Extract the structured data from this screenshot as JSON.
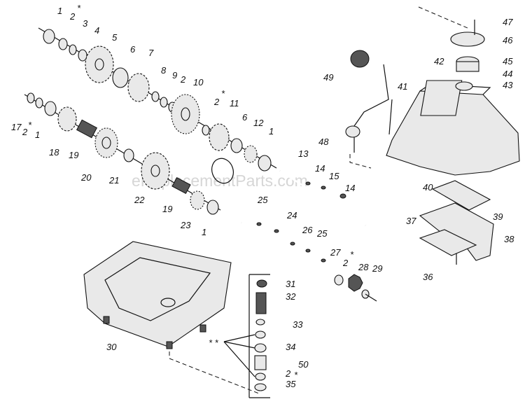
{
  "watermark": "eReplacementParts.com",
  "labels": {
    "p1a": "1",
    "p2a": "2",
    "p3": "3",
    "p4": "4",
    "p5": "5",
    "p6a": "6",
    "p7": "7",
    "p8": "8",
    "p9": "9",
    "p2b": "2",
    "p10": "10",
    "p2c": "2",
    "p11": "11",
    "p6b": "6",
    "p12": "12",
    "p1b": "1",
    "p13": "13",
    "p14a": "14",
    "p15": "15",
    "p14b": "14",
    "p17": "17",
    "p2d": "2",
    "p1c": "1",
    "p18": "18",
    "p19a": "19",
    "p20": "20",
    "p21": "21",
    "p22": "22",
    "p19b": "19",
    "p23": "23",
    "p1d": "1",
    "p25a": "25",
    "p24": "24",
    "p26": "26",
    "p25b": "25",
    "p27": "27",
    "p2e": "2",
    "p28": "28",
    "p29": "29",
    "p30": "30",
    "p31": "31",
    "p32": "32",
    "p33": "33",
    "p34": "34",
    "p50": "50",
    "p2f": "2",
    "p35": "35",
    "p49": "49",
    "p48": "48",
    "p41": "41",
    "p47": "47",
    "p46": "46",
    "p42": "42",
    "p45": "45",
    "p44": "44",
    "p43": "43",
    "p40": "40",
    "p39": "39",
    "p37": "37",
    "p38": "38",
    "p36": "36"
  },
  "stars": {
    "s1": "*",
    "s2": "*",
    "s3": "*",
    "s4": "*",
    "s5": "*",
    "s6": "* *"
  }
}
